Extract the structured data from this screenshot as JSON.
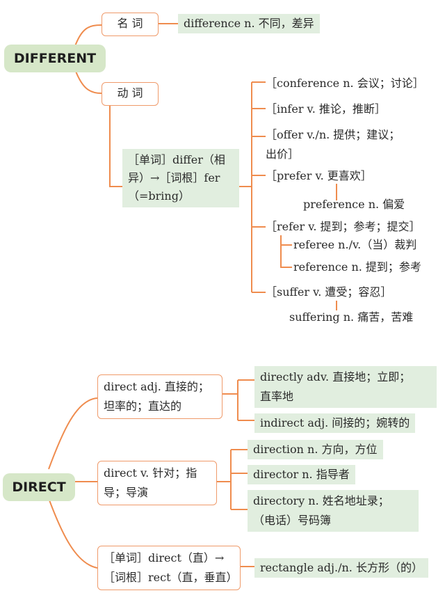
{
  "different": {
    "root": "DIFFERENT",
    "noun_label": "名 词",
    "noun_def": "difference n. 不同，差异",
    "verb_label": "动 词",
    "etymology": [
      "［单词］differ（相",
      "异）→［词根］fer",
      "（=bring）"
    ],
    "words": [
      "［conference n. 会议；讨论］",
      "［infer v. 推论，推断］",
      "［offer v./n. 提供；建议；",
      "出价］",
      "［prefer v. 更喜欢］",
      "preference n. 偏爱",
      "［refer v. 提到；参考；提交］",
      "referee n./v.（当）裁判",
      "reference n. 提到；参考",
      "［suffer v. 遭受；容忍］",
      "suffering n. 痛苦，苦难"
    ]
  },
  "direct": {
    "root": "DIRECT",
    "adj_label": [
      "direct adj. 直接的；",
      "坦率的；直达的"
    ],
    "adj_children": [
      [
        "directly adv. 直接地；立即；",
        "直率地"
      ],
      [
        "indirect adj. 间接的；婉转的"
      ]
    ],
    "verb_label": [
      "direct v. 针对；指",
      "导；导演"
    ],
    "verb_children": [
      [
        "direction n. 方向，方位"
      ],
      [
        "director n. 指导者"
      ],
      [
        "directory n. 姓名地址录；",
        "（电话）号码簿"
      ]
    ],
    "ety_label": [
      "［单词］direct（直）→",
      "［词根］rect（直，垂直）"
    ],
    "ety_child": "rectangle adj./n. 长方形（的）"
  },
  "colors": {
    "branch": "#ef8c4e",
    "green": "#e1eedf",
    "root": "#d6e7c8"
  }
}
